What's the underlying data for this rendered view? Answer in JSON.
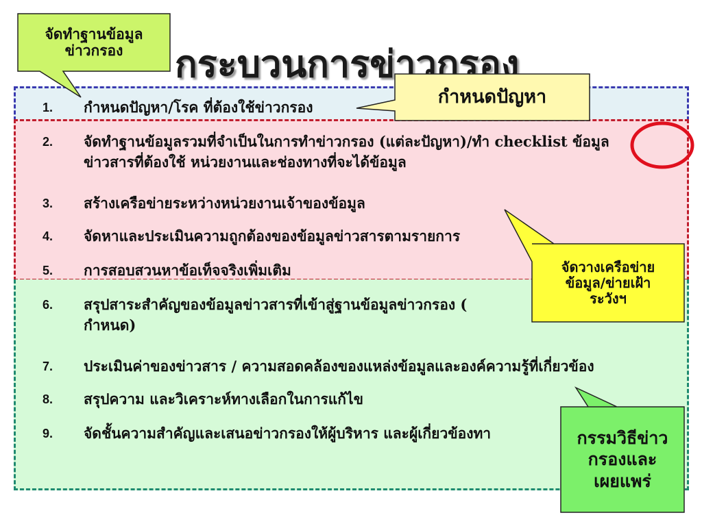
{
  "title": "กระบวนการข่าวกรอง",
  "steps": [
    {
      "num": "1.",
      "lines": [
        "กำหนดปัญหา/โรค ที่ต้องใช้ข่าวกรอง"
      ]
    },
    {
      "num": "2.",
      "lines": [
        "จัดทำฐานข้อมูลรวมที่จำเป็นในการทำข่าวกรอง (แต่ละปัญหา)/ทำ checklist ข้อมูล",
        "ข่าวสารที่ต้องใช้ หน่วยงานและช่องทางที่จะได้ข้อมูล"
      ]
    },
    {
      "num": "3.",
      "lines": [
        "สร้างเครือข่ายระหว่างหน่วยงานเจ้าของข้อมูล"
      ]
    },
    {
      "num": "4.",
      "lines": [
        "จัดหาและประเมินความถูกต้องของข้อมูลข่าวสารตามรายการ"
      ]
    },
    {
      "num": "5.",
      "lines": [
        "การสอบสวนหาข้อเท็จจริงเพิ่มเติม"
      ]
    },
    {
      "num": "6.",
      "lines": [
        "สรุปสาระสำคัญของข้อมูลข่าวสารที่เข้าสู่ฐานข้อมูลข่าวกรอง (",
        "กำหนด)"
      ]
    },
    {
      "num": "7.",
      "lines": [
        "ประเมินค่าของข่าวสาร / ความสอดคล้องของแหล่งข้อมูลและองค์ความรู้ที่เกี่ยวข้อง"
      ]
    },
    {
      "num": "8.",
      "lines": [
        "สรุปความ และวิเคราะห์ทางเลือกในการแก้ไข"
      ]
    },
    {
      "num": "9.",
      "lines": [
        "จัดชั้นความสำคัญและเสนอข่าวกรองให้ผู้บริหาร และผู้เกี่ยวข้องทา"
      ]
    }
  ],
  "callouts": {
    "database": {
      "lines": [
        "จัดทำฐานข้อมูล",
        "ข่าวกรอง"
      ],
      "color": "#ccf56a"
    },
    "define_problem": {
      "lines": [
        "กำหนดปัญหา"
      ],
      "color": "#fff9b0"
    },
    "network": {
      "lines": [
        "จัดวางเครือข่าย",
        "ข้อมูล/ข่ายเฝ้า",
        "ระวังฯ"
      ],
      "color": "#ffff3a"
    },
    "method": {
      "lines": [
        "กรรมวิธีข่าว",
        "กรองและ",
        "เผยแพร่"
      ],
      "color": "#7cf06a"
    }
  },
  "colors": {
    "zone_blue": "#e4f1f5",
    "zone_pink": "#fcdbe0",
    "zone_green": "#d6fad8",
    "highlight_circle": "#e0101e"
  }
}
